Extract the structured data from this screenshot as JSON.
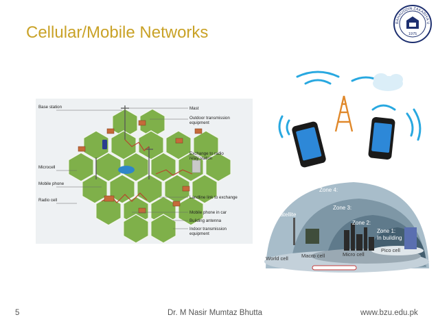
{
  "slide": {
    "title": "Cellular/Mobile Networks",
    "page_number": "5",
    "author": "Dr. M Nasir Mumtaz Bhutta",
    "website": "www.bzu.edu.pk",
    "colors": {
      "title": "#c9a227",
      "footer": "#555555",
      "hex_fill": "#7fb04a",
      "dome": "#9fb6c4"
    }
  },
  "logo": {
    "seal_text": "BAHAUDDIN ZAKARIYA UNIVERSITY",
    "year": "1975"
  },
  "left_figure": {
    "labels_left": [
      "Base station",
      "Microcell",
      "Mobile phone",
      "Radio cell"
    ],
    "labels_right": [
      [
        "Mast"
      ],
      [
        "Outdoor transmission",
        "equipment"
      ],
      [
        "Exchange to radio",
        "relay station"
      ],
      [
        "Landline link to exchange"
      ],
      [
        "Mobile phone in car"
      ],
      [
        "Building antenna"
      ],
      [
        "Indoor transmission",
        "equipment"
      ]
    ]
  },
  "dome_figure": {
    "zones": [
      "Zone 4:",
      "Zone 3:",
      "Zone 2:",
      "Zone 1:"
    ],
    "zone1_sub": "In building",
    "cells": [
      "World cell",
      "Macro cell",
      "Micro cell",
      "Pico cell"
    ],
    "satellite": "Satellite"
  }
}
